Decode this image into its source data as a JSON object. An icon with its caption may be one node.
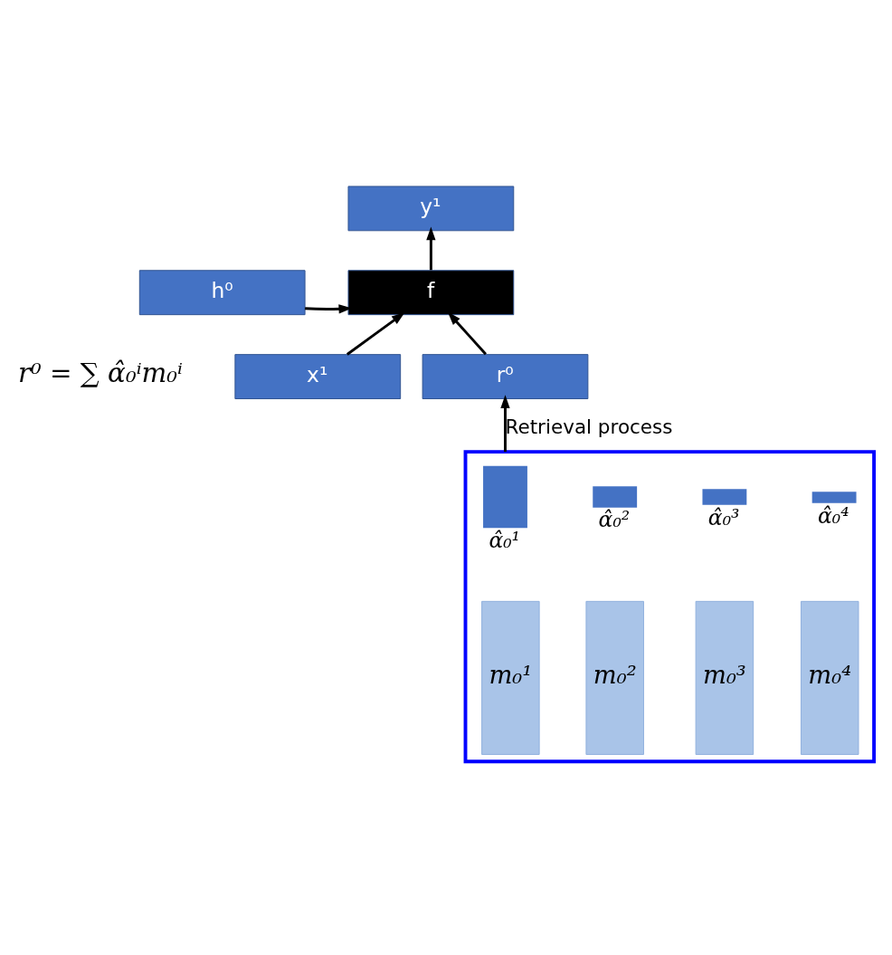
{
  "diagram": {
    "nodes": [
      {
        "text": [
          "y¹"
        ]
      },
      {
        "text": [
          "f"
        ]
      },
      {
        "text": [
          "h⁰"
        ]
      },
      {
        "text": [
          "x¹"
        ]
      },
      {
        "text": [
          "r⁰"
        ]
      },
      {
        "text": [],
        "shape": "box"
      },
      {
        "text": [],
        "shape": "bar",
        "in": 5,
        "beside": [
          "α̂₀¹"
        ]
      },
      {
        "text": [],
        "shape": "bar",
        "in": 5,
        "beside": [
          "α̂₀²"
        ]
      },
      {
        "text": [],
        "shape": "bar",
        "in": 5,
        "beside": [
          "α̂₀³"
        ]
      },
      {
        "text": [],
        "shape": "bar",
        "in": 5,
        "beside": [
          "α̂₀⁴"
        ]
      },
      {
        "text": [
          "m₀¹"
        ],
        "in": 5
      },
      {
        "text": [
          "m₀²"
        ],
        "in": 5
      },
      {
        "text": [
          "m₀³"
        ],
        "in": 5
      },
      {
        "text": [
          "m₀⁴"
        ],
        "in": 5
      }
    ],
    "edges": [
      {
        "from": 1,
        "to": 0,
        "arrow": "to"
      },
      {
        "from": 2,
        "to": 1,
        "arrow": "to"
      },
      {
        "from": 3,
        "to": 1,
        "arrow": "to"
      },
      {
        "from": 4,
        "to": 1,
        "arrow": "to"
      },
      {
        "from": 5,
        "to": 4,
        "arrow": "to",
        "label": "Retrieval process"
      }
    ],
    "labels": [
      "r⁰ = ∑ α̂₀ⁱm₀ⁱ"
    ]
  }
}
